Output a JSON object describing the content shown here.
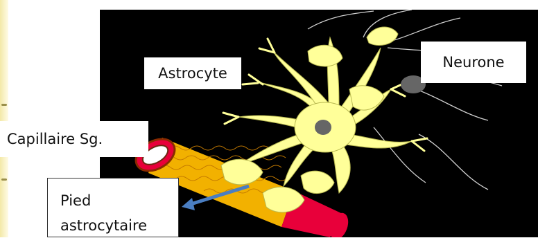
{
  "labels": {
    "astrocyte": "Astrocyte",
    "neurone": "Neurone",
    "capillaire": "Capillaire Sg.",
    "pied_line1": "Pied",
    "pied_line2": "astrocytaire"
  },
  "colors": {
    "background": "#000000",
    "astrocyte": "#FFFF99",
    "capillary": "#E8003A",
    "capillary_wall": "#F2B100",
    "nucleus": "#666666",
    "arrow": "#4A7EC2"
  }
}
